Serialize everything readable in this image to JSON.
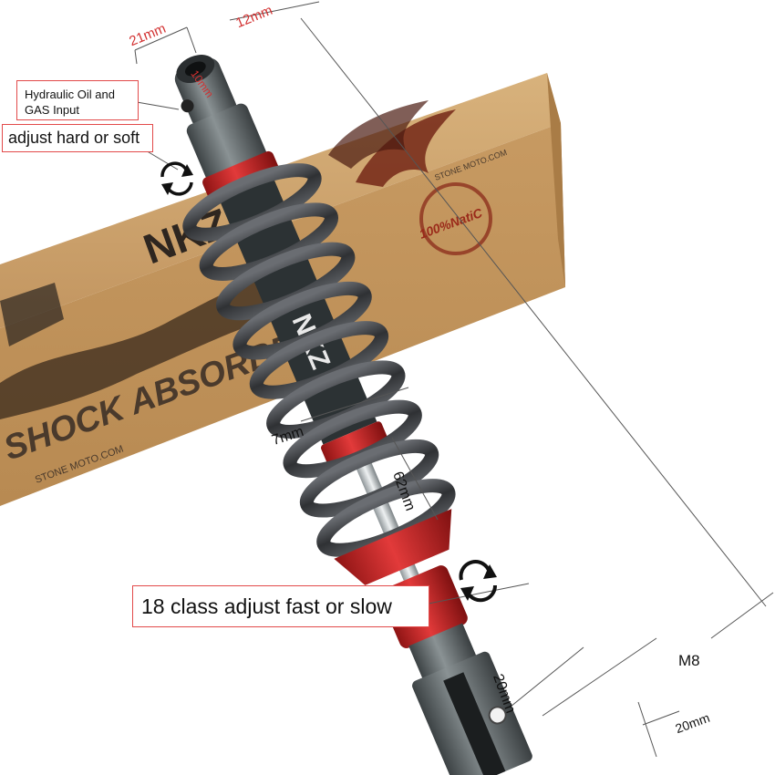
{
  "product": {
    "box_text": "SHOCK ABSORBER",
    "box_brand": "NKZ",
    "box_url": "STONE MOTO.COM",
    "shock_brand": "NKZ",
    "box_label": "100%NatiC"
  },
  "callouts": {
    "oil_gas": "Hydraulic Oil and GAS Input",
    "adjust_hard_soft": "adjust hard or soft",
    "adjust_fast_slow": "18 class adjust fast or slow"
  },
  "dimensions": {
    "top_width": "21mm",
    "top_depth": "12mm",
    "top_hole": "10mm",
    "rod": "7mm",
    "spring": "62mm",
    "bolt": "M8",
    "bottom_width": "20mm",
    "bottom_depth": "20mm"
  },
  "colors": {
    "accent_red": "#d42a2a",
    "spring_gray": "#4a4c50",
    "body_gray": "#5a6062",
    "cardboard": "#c9a06a"
  }
}
